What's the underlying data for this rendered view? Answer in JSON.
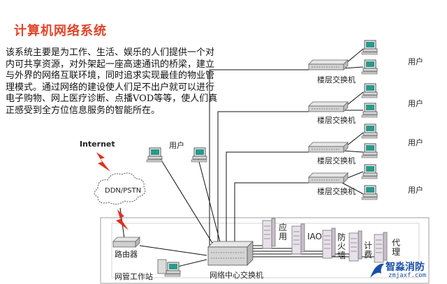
{
  "title": "计算机网络系统",
  "description": "该系统主要是为工作、生活、娱乐的人们提供一个对内可共享资源，对外架起一座高速通讯的桥梁，建立与外界的网络互联环境，同时追求实现最佳的物业管理模式。通过网络的建设使人们足不出户就可以进行电子购物、网上医疗诊断、点播VOD等等，使人们真正感受到全方位信息服务的智能所在。",
  "labels": {
    "internet": "Internet",
    "ddn": "DDN/PSTN",
    "router": "路由器",
    "mgmt_station": "网管工作站",
    "core_switch": "网络中心交换机",
    "user_top": "用户",
    "user_mid1": "用户",
    "user_mid2": "用户",
    "user_bot": "用户",
    "user_center": "用户",
    "floor_switch_1": "楼层交换机",
    "floor_switch_2": "楼层交换机",
    "floor_switch_3": "楼层交换机",
    "floor_switch_4": "楼层交换机",
    "server_app": "应用",
    "server_iao": "IAO",
    "server_firewall": "防火墙",
    "server_billing": "计费",
    "server_proxy": "代理"
  },
  "watermark": {
    "name": "智淼消防",
    "url": "zmjaxf.com"
  },
  "colors": {
    "title": "#e0452a",
    "lightning": "#e03020",
    "watermark": "#1a4fa8"
  }
}
